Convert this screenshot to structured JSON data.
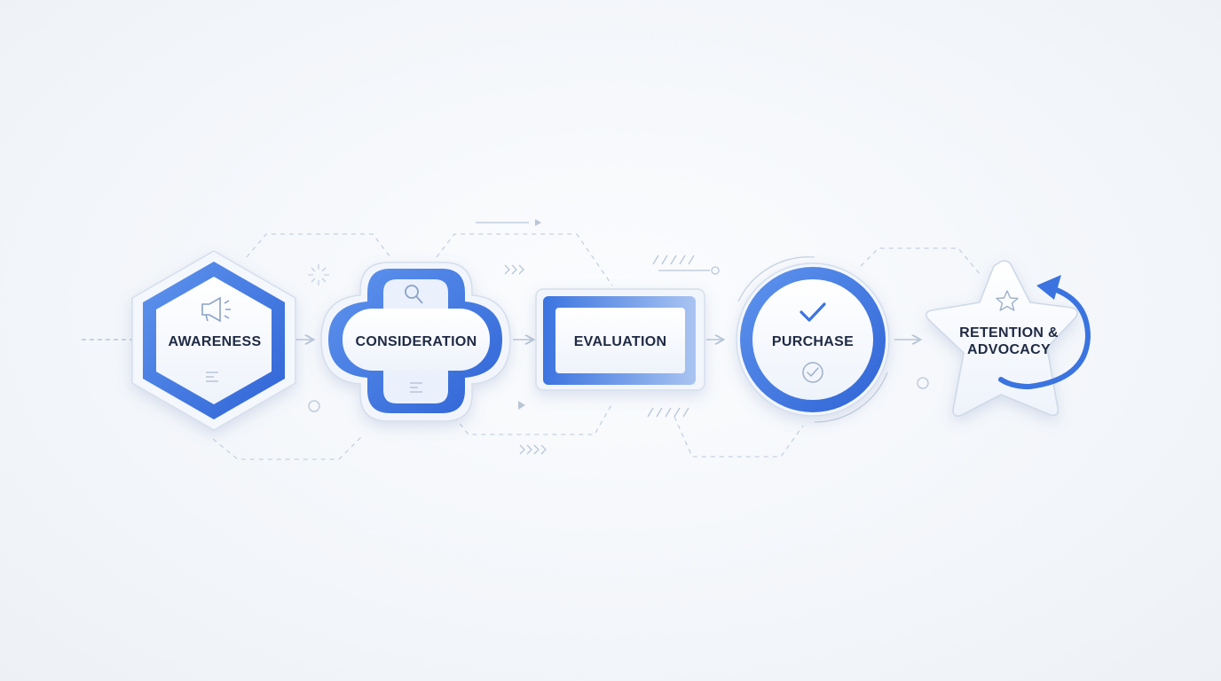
{
  "stages": [
    {
      "id": "awareness",
      "label": "AWARENESS",
      "icon": "megaphone-icon"
    },
    {
      "id": "consideration",
      "label": "CONSIDERATION",
      "icon": "magnifier-icon"
    },
    {
      "id": "evaluation",
      "label": "EVALUATION",
      "icon": ""
    },
    {
      "id": "purchase",
      "label": "PURCHASE",
      "icon": "checkmark-icon"
    },
    {
      "id": "retention",
      "label_line1": "RETENTION &",
      "label_line2": "ADVOCACY",
      "icon": "star-icon"
    }
  ],
  "colors": {
    "accent": "#3b74e0",
    "accent_light": "#9dbcf2",
    "connector": "#b9c6d8",
    "label": "#1f2a44",
    "panel": "#f3f7fd"
  }
}
